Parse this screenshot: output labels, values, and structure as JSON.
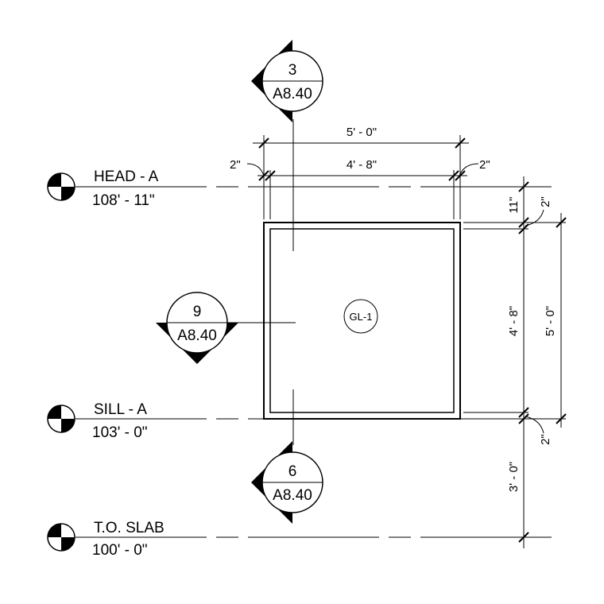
{
  "levels": {
    "head": {
      "name": "HEAD - A",
      "elevation": "108' - 11\""
    },
    "sill": {
      "name": "SILL - A",
      "elevation": "103' - 0\""
    },
    "to_slab": {
      "name": "T.O. SLAB",
      "elevation": "100' - 0\""
    }
  },
  "section_tags": {
    "top": {
      "number": "3",
      "sheet": "A8.40"
    },
    "bottom": {
      "number": "6",
      "sheet": "A8.40"
    },
    "side": {
      "number": "9",
      "sheet": "A8.40"
    }
  },
  "glazing_tag": "GL-1",
  "dimensions": {
    "overall_width": "5' - 0\"",
    "glass_width": "4' - 8\"",
    "left_offset": "2\"",
    "right_offset": "2\"",
    "head_to_frame": "11\"",
    "top_offset": "2\"",
    "glass_height": "4' - 8\"",
    "overall_height": "5' - 0\"",
    "bottom_offset": "2\"",
    "sill_height": "3' - 0\""
  }
}
